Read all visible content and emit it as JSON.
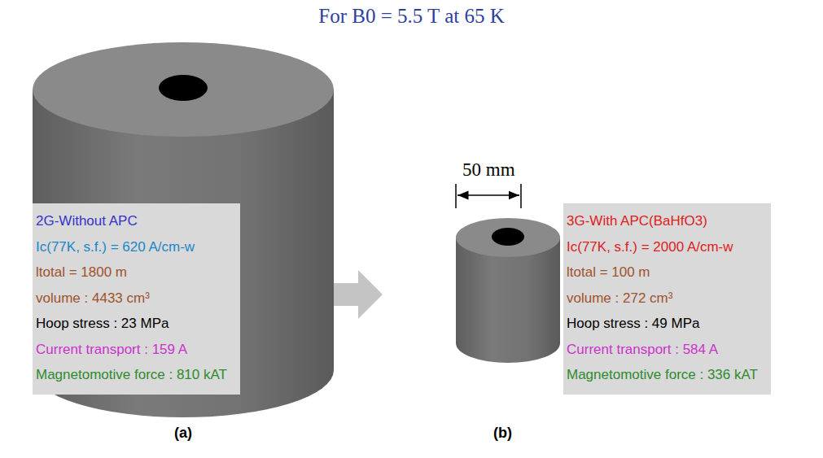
{
  "diagram": {
    "title": "For B0 = 5.5 T at 65 K",
    "nodes": [
      {
        "text": [
          "2G-Without APC",
          "Ic(77K, s.f.) = 620 A/cm-w",
          "ltotal = 1800 m",
          "volume : 4433 cm³",
          "Hoop stress : 23 MPa",
          "Current transport : 159 A",
          "Magnetomotive force : 810 kAT"
        ]
      },
      {
        "text": [
          "3G-With APC(BaHfO3)",
          "Ic(77K, s.f.) = 2000 A/cm-w",
          "ltotal = 100 m",
          "volume : 272 cm³",
          "Hoop stress : 49 MPa",
          "Current transport : 584 A",
          "Magnetomotive force : 336 kAT"
        ]
      }
    ],
    "labels": [
      "50 mm",
      "(a)",
      "(b)"
    ]
  }
}
